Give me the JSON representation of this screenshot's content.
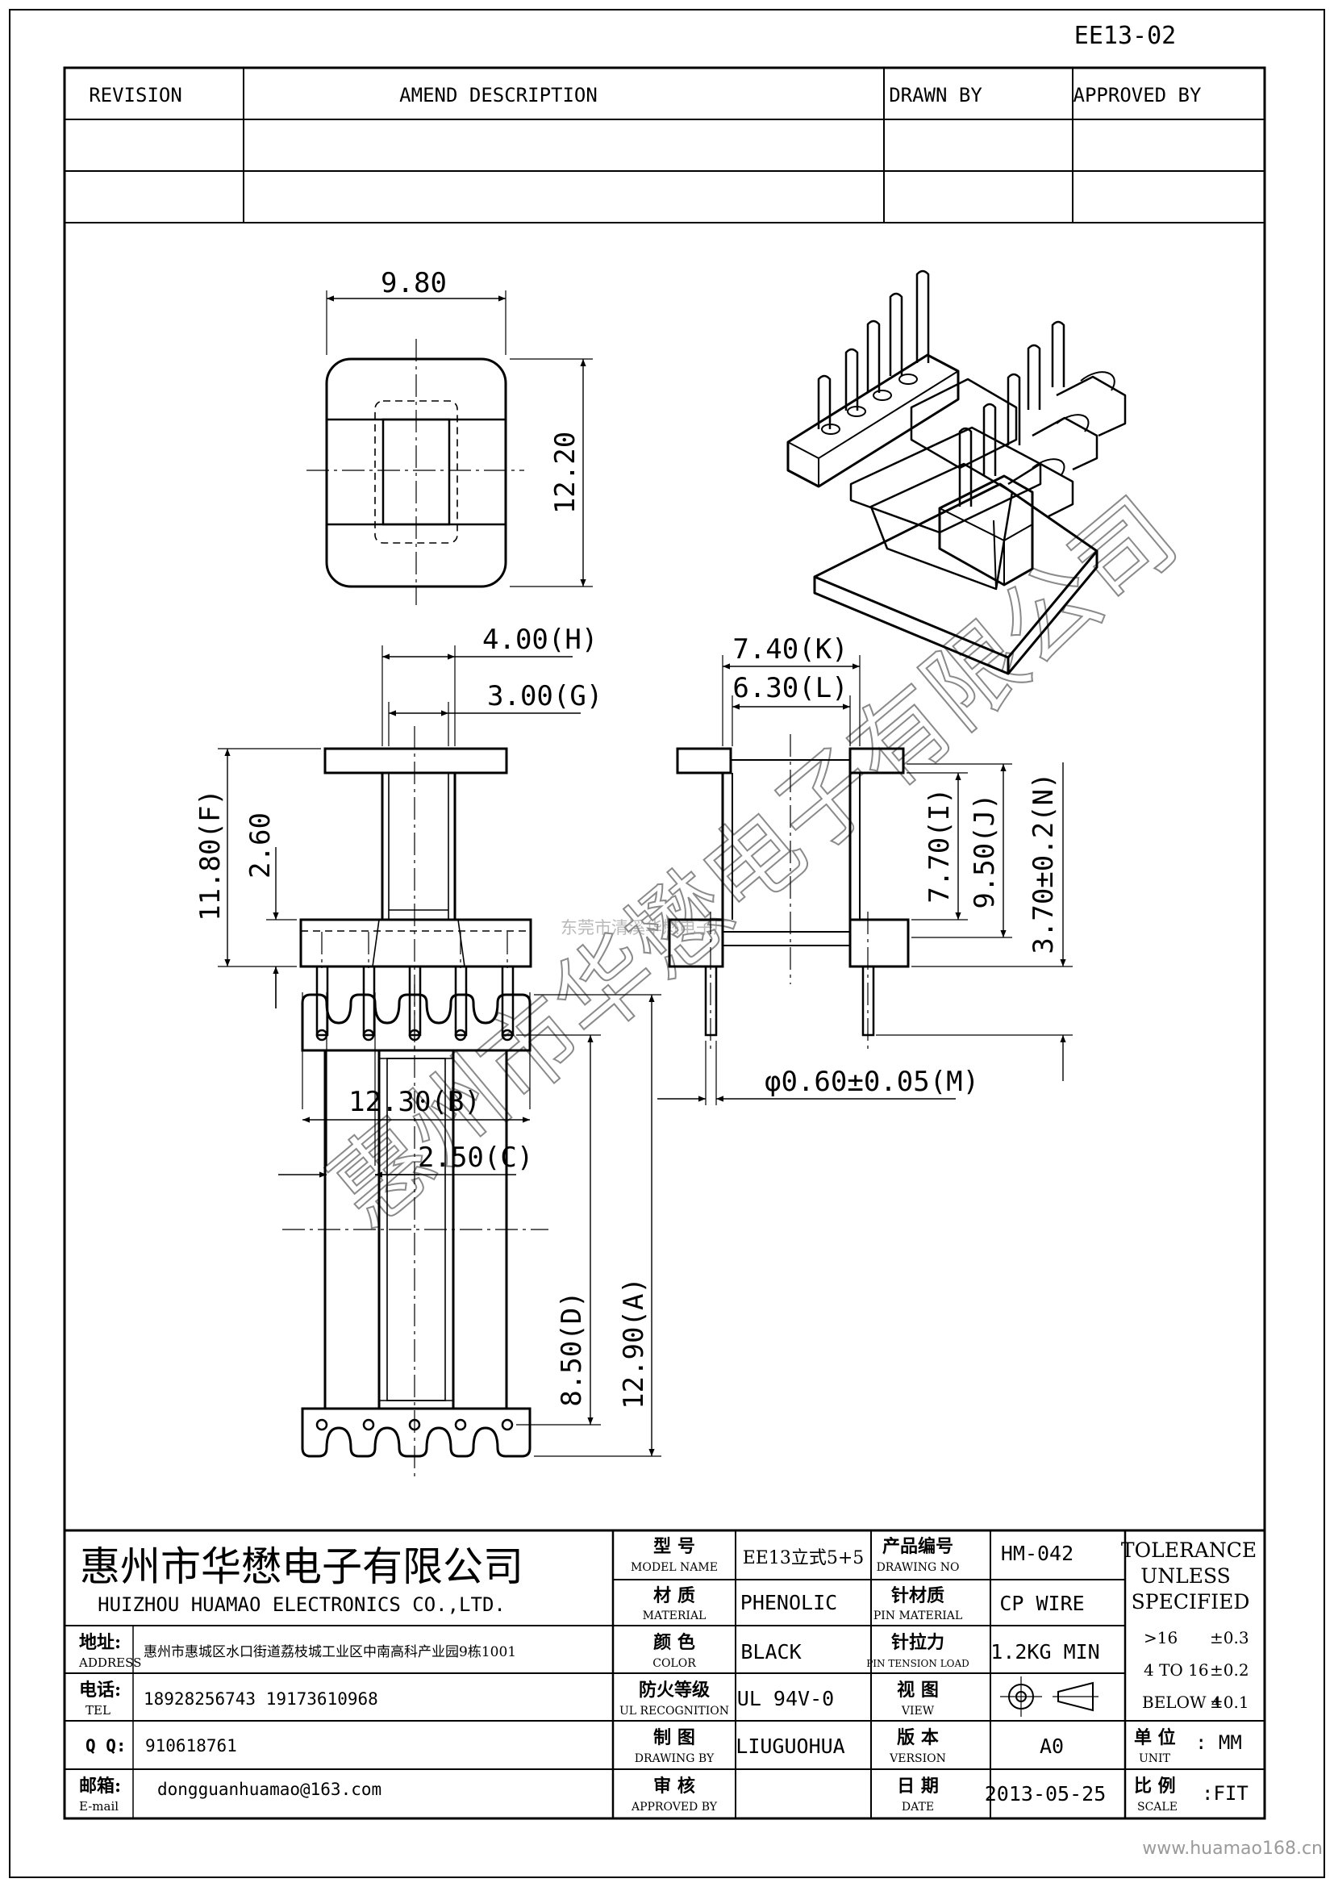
{
  "doc_number": "EE13-02",
  "revision_table": {
    "headers": {
      "revision": "REVISION",
      "amend": "AMEND DESCRIPTION",
      "drawn": "DRAWN BY",
      "approved": "APPROVED BY"
    }
  },
  "dimensions": {
    "top_width": "9.80",
    "top_height": "12.20",
    "h": "4.00(H)",
    "g": "3.00(G)",
    "f": "11.80(F)",
    "flange": "2.60",
    "k": "7.40(K)",
    "l": "6.30(L)",
    "i": "7.70(I)",
    "j": "9.50(J)",
    "n": "3.70±0.2(N)",
    "m": "φ0.60±0.05(M)",
    "b": "12.30(B)",
    "c": "2.50(C)",
    "d": "8.50(D)",
    "a": "12.90(A)"
  },
  "watermark": {
    "small": "东莞市清溪华懋电子厂",
    "large": "惠州市华懋电子有限公司",
    "site": "www.huamao168.cn"
  },
  "title_block": {
    "company_cn": "惠州市华懋电子有限公司",
    "company_en": "HUIZHOU HUAMAO ELECTRONICS CO.,LTD.",
    "address_label_cn": "地址:",
    "address_label_en": "ADDRESS",
    "address": "惠州市惠城区水口街道荔枝城工业区中南高科产业园9栋1001",
    "tel_label_cn": "电话:",
    "tel_label_en": "TEL",
    "tel": "18928256743  19173610968",
    "qq_label": "Q Q:",
    "qq": "910618761",
    "email_label_cn": "邮箱:",
    "email_label_en": "E-mail",
    "email": "dongguanhuamao@163.com",
    "model_label_cn": "型 号",
    "model_label_en": "MODEL  NAME",
    "model": "EE13立式5+5",
    "material_label_cn": "材 质",
    "material_label_en": "MATERIAL",
    "material": "PHENOLIC",
    "color_label_cn": "颜 色",
    "color_label_en": "COLOR",
    "color": "BLACK",
    "ul_label_cn": "防火等级",
    "ul_label_en": "UL RECOGNITION",
    "ul": "UL 94V-0",
    "drawing_label_cn": "制 图",
    "drawing_label_en": "DRAWING  BY",
    "drawing_by": "LIUGUOHUA",
    "approved_label_cn": "审 核",
    "approved_label_en": "APPROVED BY",
    "approved_by": "",
    "dwg_no_label_cn": "产品编号",
    "dwg_no_label_en": "DRAWING  NO",
    "dwg_no": "HM-042",
    "pin_mat_label_cn": "针材质",
    "pin_mat_label_en": "PIN MATERIAL",
    "pin_mat": "CP WIRE",
    "pin_ten_label_cn": "针拉力",
    "pin_ten_label_en": "PIN TENSION LOAD",
    "pin_ten": "1.2KG MIN",
    "view_label_cn": "视 图",
    "view_label_en": "VIEW",
    "version_label_cn": "版 本",
    "version_label_en": "VERSION",
    "version": "A0",
    "date_label_cn": "日 期",
    "date_label_en": "DATE",
    "date": "2013-05-25",
    "tolerance_l1": "TOLERANCE",
    "tolerance_l2": "UNLESS",
    "tolerance_l3": "SPECIFIED",
    "tol_r1_range": ">16",
    "tol_r1_val": "±0.3",
    "tol_r2_range": "4 TO 16",
    "tol_r2_val": "±0.2",
    "tol_r3_range": "BELOW 4",
    "tol_r3_val": "±0.1",
    "unit_label_cn": "单 位",
    "unit_label_en": "UNIT",
    "unit": ": MM",
    "scale_label_cn": "比 例",
    "scale_label_en": "SCALE",
    "scale": ":FIT"
  }
}
